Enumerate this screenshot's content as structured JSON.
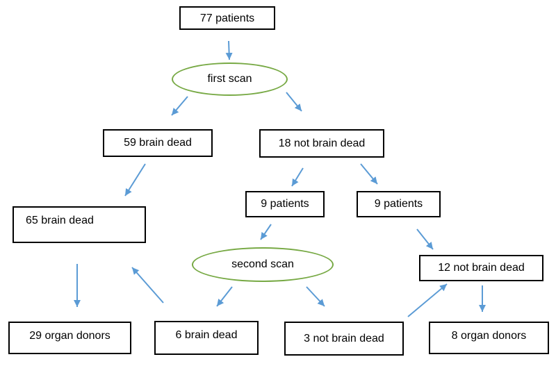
{
  "nodes": {
    "root": "77 patients",
    "first_scan": "first scan",
    "brain_dead_59": "59 brain dead",
    "not_brain_dead_18": "18 not brain dead",
    "brain_dead_65": "65 brain dead",
    "patients_9_left": "9 patients",
    "patients_9_right": "9 patients",
    "second_scan": "second scan",
    "not_brain_dead_12": "12 not brain dead",
    "organ_donors_29": "29 organ donors",
    "brain_dead_6": "6 brain dead",
    "not_brain_dead_3": "3 not brain dead",
    "organ_donors_8": "8 organ donors"
  },
  "colors": {
    "arrow": "#5b9bd5",
    "oval_border": "#77a944",
    "box_border": "#000000"
  }
}
